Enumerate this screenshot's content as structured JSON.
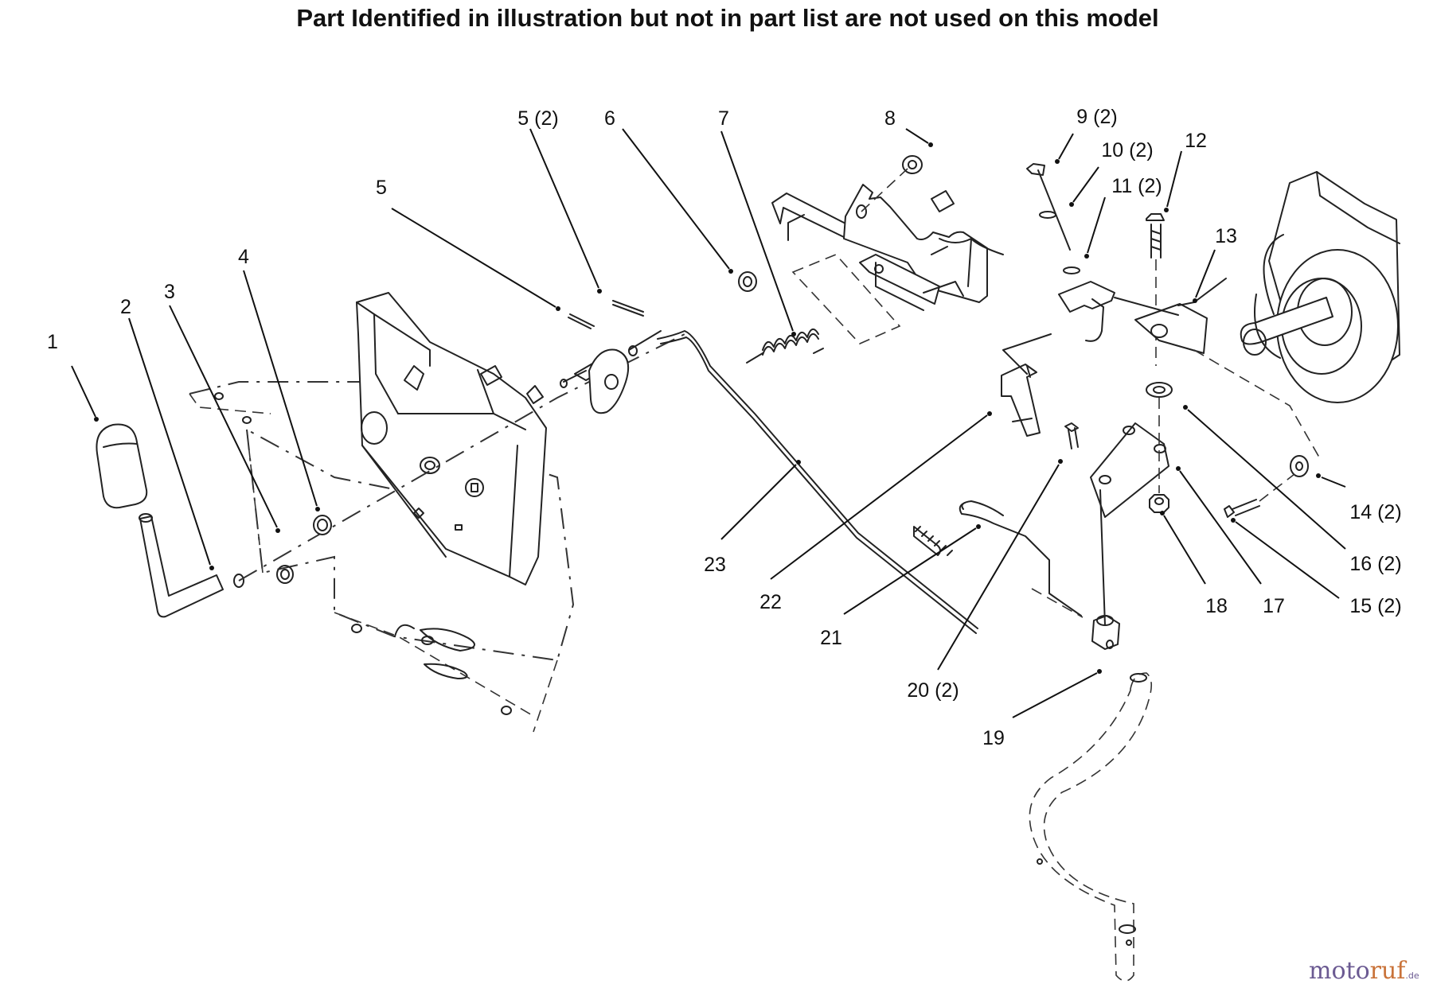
{
  "header": {
    "note": "Part Identified in illustration but not in part list are not used on this model"
  },
  "callouts": [
    {
      "id": "c1",
      "text": "1"
    },
    {
      "id": "c2",
      "text": "2"
    },
    {
      "id": "c3",
      "text": "3"
    },
    {
      "id": "c4",
      "text": "4"
    },
    {
      "id": "c5",
      "text": "5"
    },
    {
      "id": "c5b",
      "text": "5 (2)"
    },
    {
      "id": "c6",
      "text": "6"
    },
    {
      "id": "c7",
      "text": "7"
    },
    {
      "id": "c8",
      "text": "8"
    },
    {
      "id": "c9",
      "text": "9 (2)"
    },
    {
      "id": "c10",
      "text": "10 (2)"
    },
    {
      "id": "c11",
      "text": "11 (2)"
    },
    {
      "id": "c12",
      "text": "12"
    },
    {
      "id": "c13",
      "text": "13"
    },
    {
      "id": "c14",
      "text": "14 (2)"
    },
    {
      "id": "c15",
      "text": "15 (2)"
    },
    {
      "id": "c16",
      "text": "16 (2)"
    },
    {
      "id": "c17",
      "text": "17"
    },
    {
      "id": "c18",
      "text": "18"
    },
    {
      "id": "c19",
      "text": "19"
    },
    {
      "id": "c20",
      "text": "20 (2)"
    },
    {
      "id": "c21",
      "text": "21"
    },
    {
      "id": "c22",
      "text": "22"
    },
    {
      "id": "c23",
      "text": "23"
    }
  ],
  "watermark": {
    "part1": "moto",
    "part2": "ruf",
    "suffix": ".de"
  }
}
